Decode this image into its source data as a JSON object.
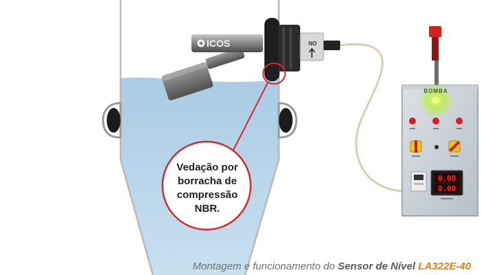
{
  "sensor": {
    "brand": "ICOS",
    "connection_label": "NO"
  },
  "callout": {
    "lines": [
      "Vedação por",
      "borracha de",
      "compressão",
      "NBR."
    ]
  },
  "panel": {
    "pump_label": "BOMBA",
    "display_values": [
      "0.00",
      "0.00"
    ]
  },
  "caption": {
    "prefix": "Montagem e funcionamento do ",
    "sensor_label": "Sensor de Nível ",
    "model": "LA322E-40"
  },
  "colors": {
    "water": "#b8d6ea",
    "callout": "#d42a2a",
    "model": "#e07e1a",
    "lamp_on": "#c8ff3a",
    "display": "#ff2a14"
  }
}
